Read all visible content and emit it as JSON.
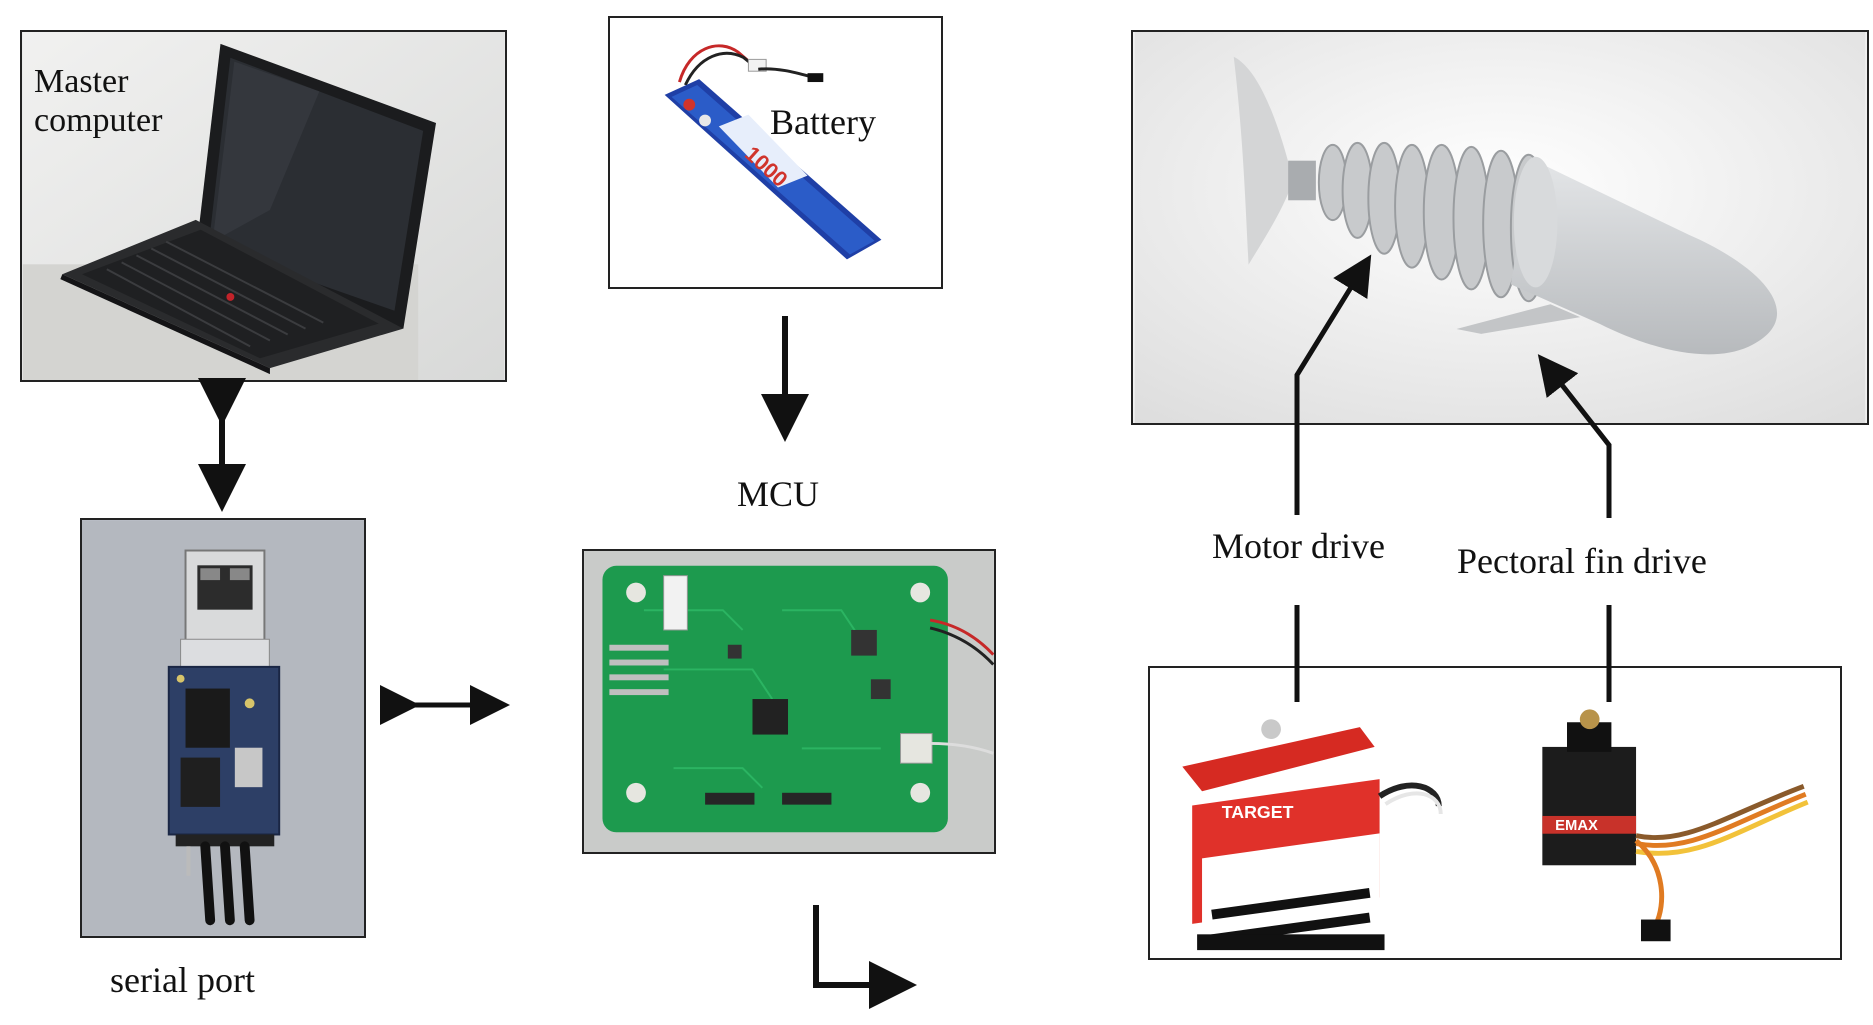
{
  "labels": {
    "master_computer_line1": "Master",
    "master_computer_line2": "computer",
    "battery": "Battery",
    "mcu": "MCU",
    "serial_port": "serial port",
    "motor_drive": "Motor drive",
    "pectoral_fin_drive": "Pectoral fin drive"
  },
  "images": {
    "battery_print": "1000",
    "servo_large_brand": "TARGET",
    "servo_small_brand": "EMAX"
  }
}
